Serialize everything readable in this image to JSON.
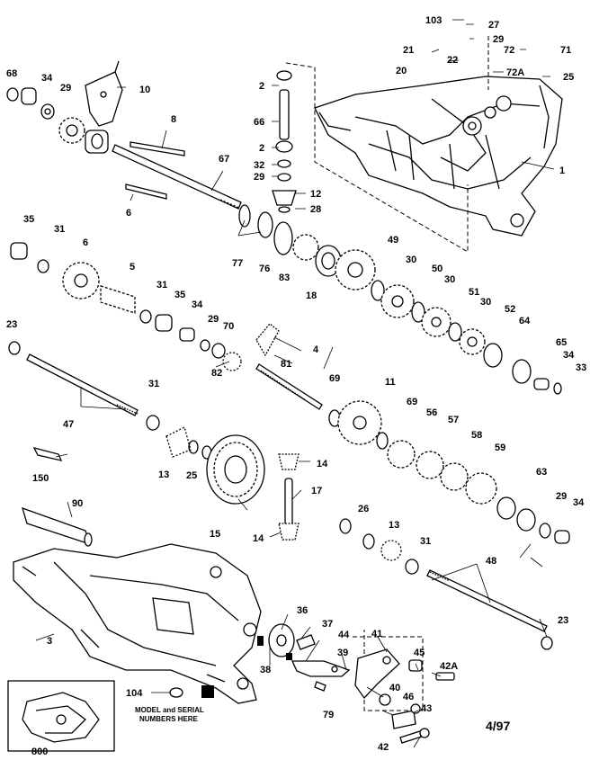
{
  "diagram": {
    "date_code": "4/97",
    "tag_line1": "MODEL and SERIAL",
    "tag_line2": "NUMBERS HERE",
    "callouts": [
      "103",
      "27",
      "29",
      "21",
      "22",
      "72",
      "71",
      "72A",
      "20",
      "25",
      "68",
      "34",
      "29",
      "10",
      "1",
      "2",
      "66",
      "8",
      "2",
      "67",
      "32",
      "29",
      "12",
      "28",
      "6",
      "35",
      "31",
      "6",
      "77",
      "76",
      "83",
      "18",
      "49",
      "30",
      "50",
      "30",
      "51",
      "30",
      "52",
      "64",
      "5",
      "31",
      "35",
      "34",
      "23",
      "29",
      "70",
      "81",
      "4",
      "65",
      "34",
      "33",
      "82",
      "69",
      "11",
      "69",
      "56",
      "57",
      "58",
      "59",
      "31",
      "47",
      "13",
      "25",
      "14",
      "63",
      "150",
      "17",
      "29",
      "34",
      "90",
      "15",
      "26",
      "13",
      "31",
      "48",
      "14",
      "3",
      "36",
      "37",
      "44",
      "41",
      "39",
      "45",
      "42A",
      "38",
      "40",
      "46",
      "43",
      "104",
      "79",
      "23",
      "42",
      "800"
    ]
  }
}
